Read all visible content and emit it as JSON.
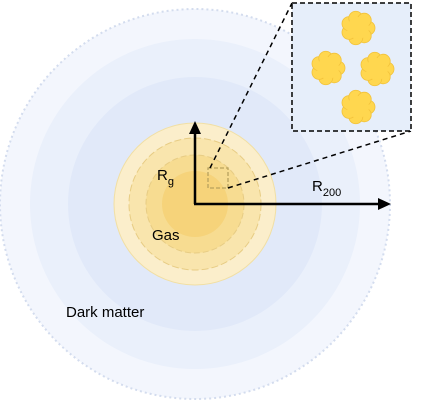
{
  "labels": {
    "dark_matter": "Dark matter",
    "gas": "Gas",
    "r_gas": "R",
    "r_gas_sub": "g",
    "r_200": "R",
    "r_200_sub": "200"
  },
  "colors": {
    "halo_outer": "#f3f6fd",
    "halo_mid": "#eaf0fb",
    "halo_inner": "#e1e9f9",
    "halo_border": "#d3dcee",
    "gas_outer": "#fbeecb",
    "gas_outer_stroke": "#f1dfa4",
    "gas_mid": "#f9e5ad",
    "gas_inner": "#f7dc91",
    "gas_core": "#f6d37a",
    "gas_stroke": "#e7cc84",
    "clump": "#ffd74f",
    "clump_stroke": "#f2c23a",
    "inset_bg": "#e6eefa",
    "selection_box": "#b8a25e",
    "arrow": "#000000",
    "text": "#000000"
  }
}
